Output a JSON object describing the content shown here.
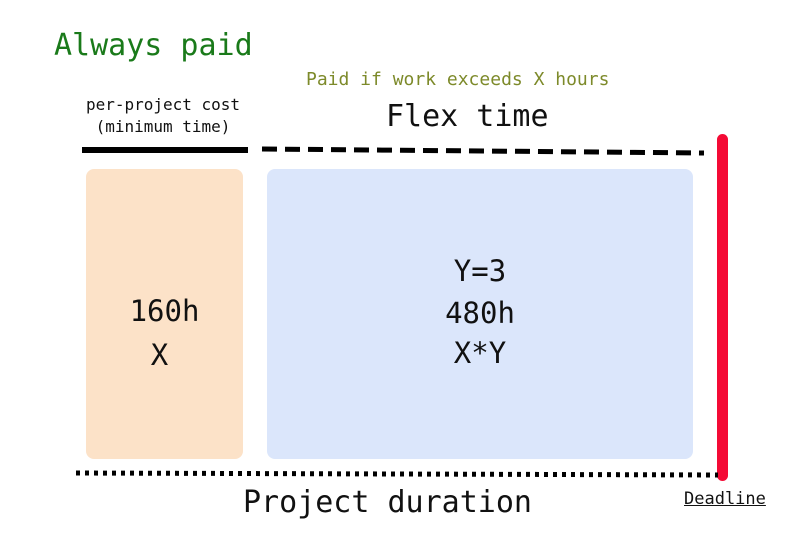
{
  "always_paid": "Always paid",
  "paid_if": "Paid if work exceeds X hours",
  "flex_time": "Flex time",
  "per_project_line1": "per-project cost",
  "per_project_line2": "(minimum time)",
  "fixed_box": {
    "hours": "160h",
    "variable": "X"
  },
  "flex_box": {
    "y_value": "Y=3",
    "hours": "480h",
    "formula": "X*Y"
  },
  "project_duration": "Project duration",
  "deadline": "Deadline",
  "colors": {
    "always_paid": "#1a7a1a",
    "paid_if": "#7d8a2a",
    "fixed_box": "#fce2c8",
    "flex_box": "#dbe6fb",
    "deadline": "#f40a35"
  }
}
